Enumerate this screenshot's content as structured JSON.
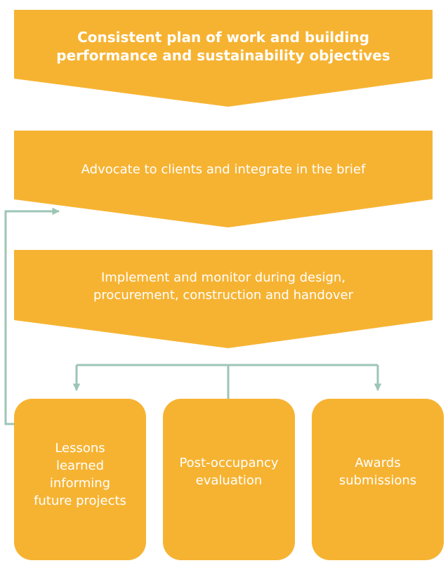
{
  "colors": {
    "box_fill": "#F6B332",
    "connector": "#9CC5B5",
    "text": "#FFFFFF"
  },
  "steps": [
    {
      "label": "Consistent plan of work and building\nperformance and sustainability objectives"
    },
    {
      "label": "Advocate to clients and integrate in the brief"
    },
    {
      "label": "Implement and monitor during design,\nprocurement, construction and handover"
    }
  ],
  "outcomes": [
    {
      "label": "Lessons\nlearned\ninforming\nfuture projects"
    },
    {
      "label": "Post-occupancy\nevaluation"
    },
    {
      "label": "Awards\nsubmissions"
    }
  ]
}
